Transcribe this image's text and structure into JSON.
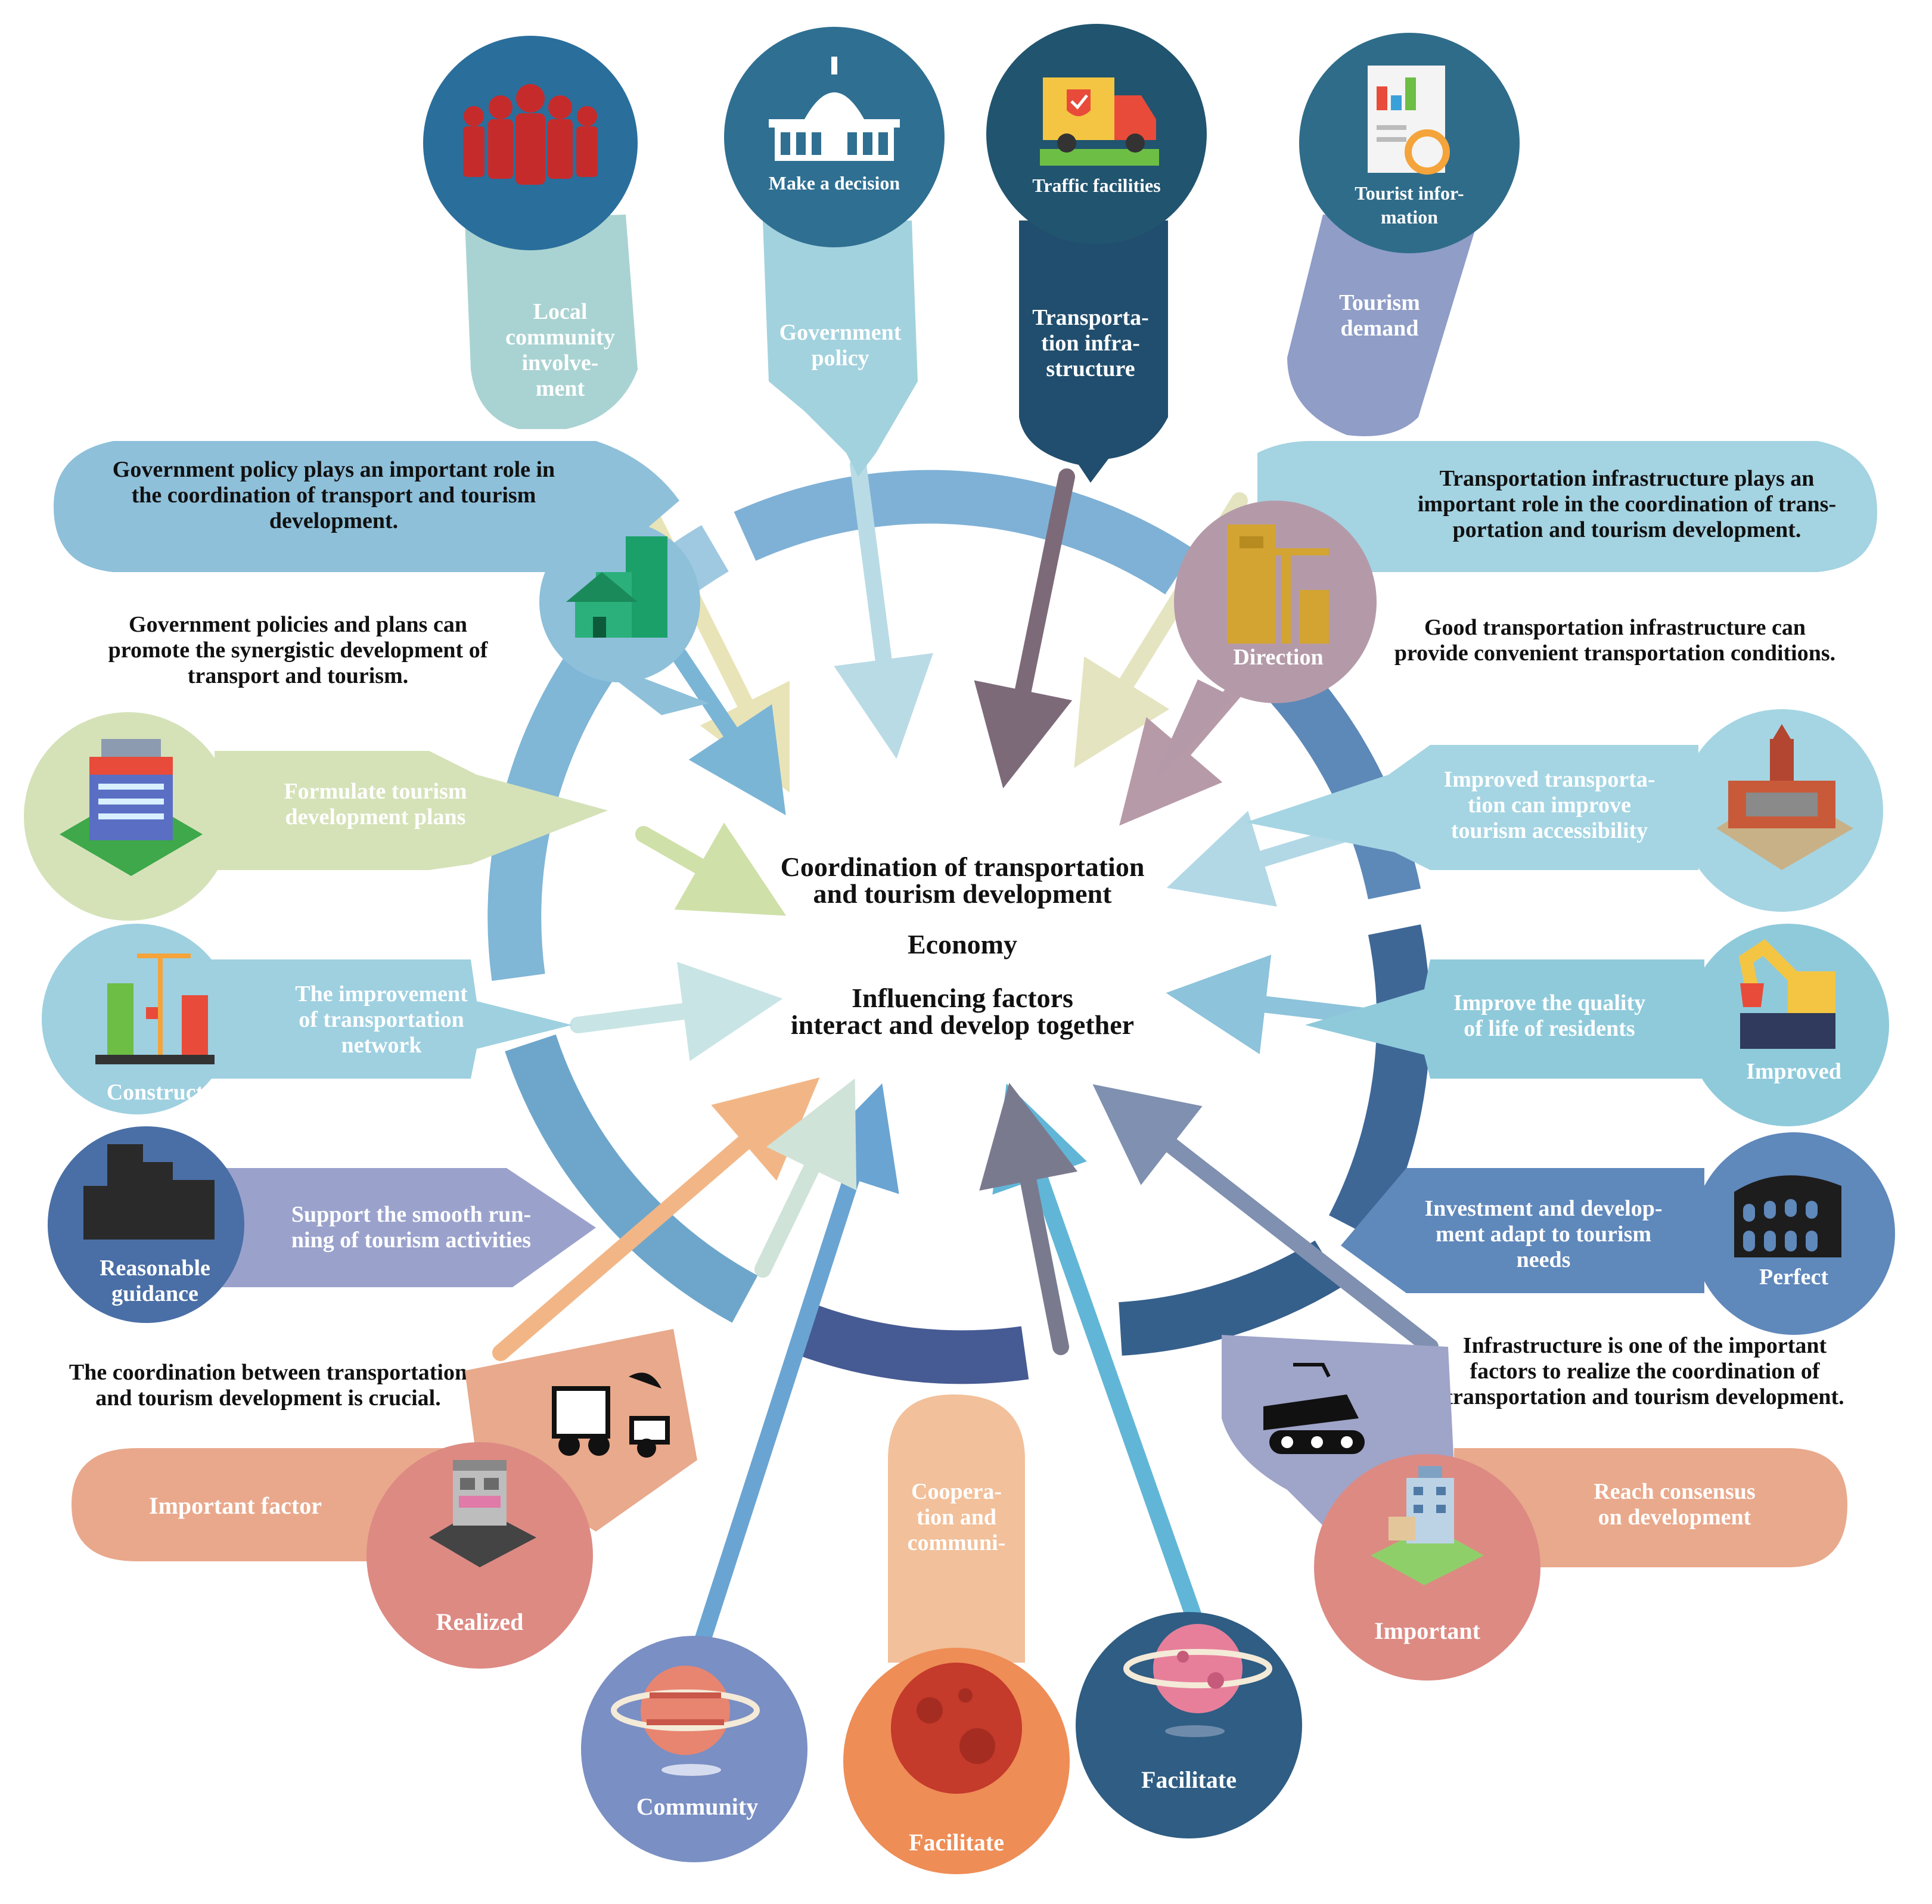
{
  "center": {
    "title_line1": "Coordination of transportation",
    "title_line2": "and tourism development",
    "economy": "Economy",
    "factors_line1": "Influencing factors",
    "factors_line2": "interact and develop together"
  },
  "top_circles": {
    "community": {
      "label_lines": [
        "Local",
        "community",
        "involve-",
        "ment"
      ],
      "icon": "people-icon",
      "color": "#2a6e9c"
    },
    "government": {
      "circle_label": "Make a decision",
      "label_lines": [
        "Government",
        "policy"
      ],
      "icon": "capitol-building-icon",
      "color": "#2f6f92"
    },
    "transport": {
      "circle_label": "Traffic facilities",
      "label_lines": [
        "Transporta-",
        "tion infra-",
        "structure"
      ],
      "icon": "truck-icon",
      "color": "#21546f"
    },
    "demand": {
      "circle_label_lines": [
        "Tourist infor-",
        "mation"
      ],
      "label_lines": [
        "Tourism",
        "demand"
      ],
      "icon": "report-chart-icon",
      "color": "#2f6c8a"
    }
  },
  "statements": {
    "gov_role": [
      "Government policy plays an important role in",
      "the coordination of transport and tourism",
      "development."
    ],
    "gov_plans": [
      "Government policies and plans can",
      "promote the synergistic development of",
      "transport and tourism."
    ],
    "trans_role": [
      "Transportation infrastructure plays an",
      "important role in the coordination of trans-",
      "portation and tourism development."
    ],
    "trans_good": [
      "Good transportation infrastructure can",
      "provide convenient transportation conditions."
    ],
    "coordination_crucial": [
      "The coordination between transportation",
      "and tourism development is crucial."
    ],
    "infrastructure_factor": [
      "Infrastructure is one of the important",
      "factors to realize the coordination of",
      "transportation and tourism development."
    ]
  },
  "direction_circle": {
    "label": "Direction",
    "icon": "construction-crane-icon"
  },
  "left_items": [
    {
      "label_lines": [
        "Formulate tourism",
        "development plans"
      ],
      "circle_label": "",
      "icon": "isometric-building-icon"
    },
    {
      "label_lines": [
        "The improvement",
        "of transportation",
        "network"
      ],
      "circle_label": "Construct",
      "icon": "city-crane-icon"
    },
    {
      "label_lines": [
        "Support the smooth run-",
        "ning of tourism activities"
      ],
      "circle_label_lines": [
        "Reasonable",
        "guidance"
      ],
      "icon": "skyscrapers-icon"
    }
  ],
  "right_items": [
    {
      "label_lines": [
        "Improved transporta-",
        "tion can improve",
        "tourism accessibility"
      ],
      "circle_label": "",
      "icon": "isometric-station-icon"
    },
    {
      "label_lines": [
        "Improve the quality",
        "of life of residents"
      ],
      "circle_label": "Improved",
      "icon": "excavator-icon"
    },
    {
      "label_lines": [
        "Investment and develop-",
        "ment adapt to tourism",
        "needs"
      ],
      "circle_label": "Perfect",
      "icon": "colosseum-icon"
    }
  ],
  "bottom_items": {
    "realized": {
      "circle_label": "Realized",
      "pill_label": "Important factor",
      "icon": "isometric-shop-icon",
      "robot_icon": "rover-robot-icon"
    },
    "community": {
      "circle_label": "Community",
      "icon": "planet-ring-icon"
    },
    "facilitate_center": {
      "circle_label": "Facilitate",
      "pill_lines": [
        "Coopera-",
        "tion and",
        "communi-"
      ],
      "icon": "mars-planet-icon"
    },
    "facilitate_right": {
      "circle_label": "Facilitate",
      "icon": "pink-planet-icon"
    },
    "important": {
      "circle_label": "Important",
      "pill_lines": [
        "Reach consensus",
        "on development"
      ],
      "icon": "office-building-icon",
      "train_icon": "tracked-train-icon"
    }
  }
}
